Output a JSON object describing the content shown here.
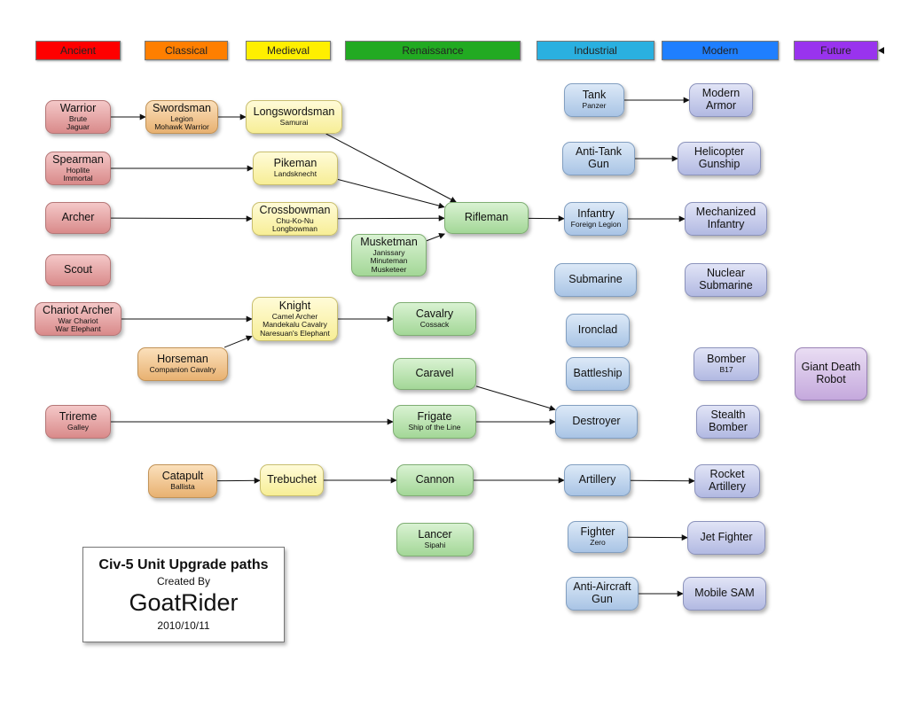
{
  "eras": [
    {
      "label": "Ancient",
      "color": "#ff0000"
    },
    {
      "label": "Classical",
      "color": "#ff7f00"
    },
    {
      "label": "Medieval",
      "color": "#ffef00"
    },
    {
      "label": "Renaissance",
      "color": "#22aa22"
    },
    {
      "label": "Industrial",
      "color": "#2ab0e0"
    },
    {
      "label": "Modern",
      "color": "#1f7fff"
    },
    {
      "label": "Future",
      "color": "#9933ee"
    }
  ],
  "units": [
    {
      "id": "warrior",
      "name": "Warrior",
      "sub": [
        "Brute",
        "Jaguar"
      ],
      "era": "Ancient"
    },
    {
      "id": "swordsman",
      "name": "Swordsman",
      "sub": [
        "Legion",
        "Mohawk Warrior"
      ],
      "era": "Classical"
    },
    {
      "id": "longswordsman",
      "name": "Longswordsman",
      "sub": [
        "Samurai"
      ],
      "era": "Medieval"
    },
    {
      "id": "spearman",
      "name": "Spearman",
      "sub": [
        "Hoplite",
        "Immortal"
      ],
      "era": "Ancient"
    },
    {
      "id": "pikeman",
      "name": "Pikeman",
      "sub": [
        "Landsknecht"
      ],
      "era": "Medieval"
    },
    {
      "id": "archer",
      "name": "Archer",
      "sub": [],
      "era": "Ancient"
    },
    {
      "id": "crossbowman",
      "name": "Crossbowman",
      "sub": [
        "Chu-Ko-Nu",
        "Longbowman"
      ],
      "era": "Medieval"
    },
    {
      "id": "rifleman",
      "name": "Rifleman",
      "sub": [],
      "era": "Renaissance"
    },
    {
      "id": "musketman",
      "name": "Musketman",
      "sub": [
        "Janissary",
        "Minuteman",
        "Musketeer"
      ],
      "era": "Renaissance"
    },
    {
      "id": "scout",
      "name": "Scout",
      "sub": [],
      "era": "Ancient"
    },
    {
      "id": "chariot",
      "name": "Chariot Archer",
      "sub": [
        "War Chariot",
        "War Elephant"
      ],
      "era": "Ancient"
    },
    {
      "id": "knight",
      "name": "Knight",
      "sub": [
        "Camel Archer",
        "Mandekalu Cavalry",
        "Naresuan's Elephant"
      ],
      "era": "Medieval"
    },
    {
      "id": "cavalry",
      "name": "Cavalry",
      "sub": [
        "Cossack"
      ],
      "era": "Renaissance"
    },
    {
      "id": "horseman",
      "name": "Horseman",
      "sub": [
        "Companion Cavalry"
      ],
      "era": "Classical"
    },
    {
      "id": "caravel",
      "name": "Caravel",
      "sub": [],
      "era": "Renaissance"
    },
    {
      "id": "trireme",
      "name": "Trireme",
      "sub": [
        "Galley"
      ],
      "era": "Ancient"
    },
    {
      "id": "frigate",
      "name": "Frigate",
      "sub": [
        "Ship of the Line"
      ],
      "era": "Renaissance"
    },
    {
      "id": "catapult",
      "name": "Catapult",
      "sub": [
        "Ballista"
      ],
      "era": "Classical"
    },
    {
      "id": "trebuchet",
      "name": "Trebuchet",
      "sub": [],
      "era": "Medieval"
    },
    {
      "id": "cannon",
      "name": "Cannon",
      "sub": [],
      "era": "Renaissance"
    },
    {
      "id": "lancer",
      "name": "Lancer",
      "sub": [
        "Sipahi"
      ],
      "era": "Renaissance"
    },
    {
      "id": "tank",
      "name": "Tank",
      "sub": [
        "Panzer"
      ],
      "era": "Industrial"
    },
    {
      "id": "antitank",
      "name": "Anti-Tank Gun",
      "sub": [],
      "era": "Industrial"
    },
    {
      "id": "infantry",
      "name": "Infantry",
      "sub": [
        "Foreign Legion"
      ],
      "era": "Industrial"
    },
    {
      "id": "submarine",
      "name": "Submarine",
      "sub": [],
      "era": "Industrial"
    },
    {
      "id": "ironclad",
      "name": "Ironclad",
      "sub": [],
      "era": "Industrial"
    },
    {
      "id": "battleship",
      "name": "Battleship",
      "sub": [],
      "era": "Industrial"
    },
    {
      "id": "destroyer",
      "name": "Destroyer",
      "sub": [],
      "era": "Industrial"
    },
    {
      "id": "artillery",
      "name": "Artillery",
      "sub": [],
      "era": "Industrial"
    },
    {
      "id": "fighter",
      "name": "Fighter",
      "sub": [
        "Zero"
      ],
      "era": "Industrial"
    },
    {
      "id": "antiair",
      "name": "Anti-Aircraft Gun",
      "sub": [],
      "era": "Industrial"
    },
    {
      "id": "modernarmor",
      "name": "Modern Armor",
      "sub": [],
      "era": "Modern"
    },
    {
      "id": "helicopter",
      "name": "Helicopter Gunship",
      "sub": [],
      "era": "Modern"
    },
    {
      "id": "mechinf",
      "name": "Mechanized Infantry",
      "sub": [],
      "era": "Modern"
    },
    {
      "id": "nuclearsub",
      "name": "Nuclear Submarine",
      "sub": [],
      "era": "Modern"
    },
    {
      "id": "bomber",
      "name": "Bomber",
      "sub": [
        "B17"
      ],
      "era": "Modern"
    },
    {
      "id": "stealth",
      "name": "Stealth Bomber",
      "sub": [],
      "era": "Modern"
    },
    {
      "id": "rocketart",
      "name": "Rocket Artillery",
      "sub": [],
      "era": "Modern"
    },
    {
      "id": "jetfighter",
      "name": "Jet Fighter",
      "sub": [],
      "era": "Modern"
    },
    {
      "id": "mobilesam",
      "name": "Mobile SAM",
      "sub": [],
      "era": "Modern"
    },
    {
      "id": "gdr",
      "name": "Giant Death Robot",
      "sub": [],
      "era": "Future"
    }
  ],
  "upgrades": [
    [
      "warrior",
      "swordsman"
    ],
    [
      "swordsman",
      "longswordsman"
    ],
    [
      "longswordsman",
      "rifleman"
    ],
    [
      "spearman",
      "pikeman"
    ],
    [
      "pikeman",
      "rifleman"
    ],
    [
      "archer",
      "crossbowman"
    ],
    [
      "crossbowman",
      "rifleman"
    ],
    [
      "musketman",
      "rifleman"
    ],
    [
      "rifleman",
      "infantry"
    ],
    [
      "infantry",
      "mechinf"
    ],
    [
      "chariot",
      "knight"
    ],
    [
      "horseman",
      "knight"
    ],
    [
      "knight",
      "cavalry"
    ],
    [
      "caravel",
      "destroyer"
    ],
    [
      "trireme",
      "frigate"
    ],
    [
      "frigate",
      "destroyer"
    ],
    [
      "catapult",
      "trebuchet"
    ],
    [
      "trebuchet",
      "cannon"
    ],
    [
      "cannon",
      "artillery"
    ],
    [
      "artillery",
      "rocketart"
    ],
    [
      "tank",
      "modernarmor"
    ],
    [
      "antitank",
      "helicopter"
    ],
    [
      "fighter",
      "jetfighter"
    ],
    [
      "antiair",
      "mobilesam"
    ]
  ],
  "credit": {
    "title": "Civ-5 Unit Upgrade paths",
    "created_by": "Created By",
    "author": "GoatRider",
    "date": "2010/10/11"
  }
}
